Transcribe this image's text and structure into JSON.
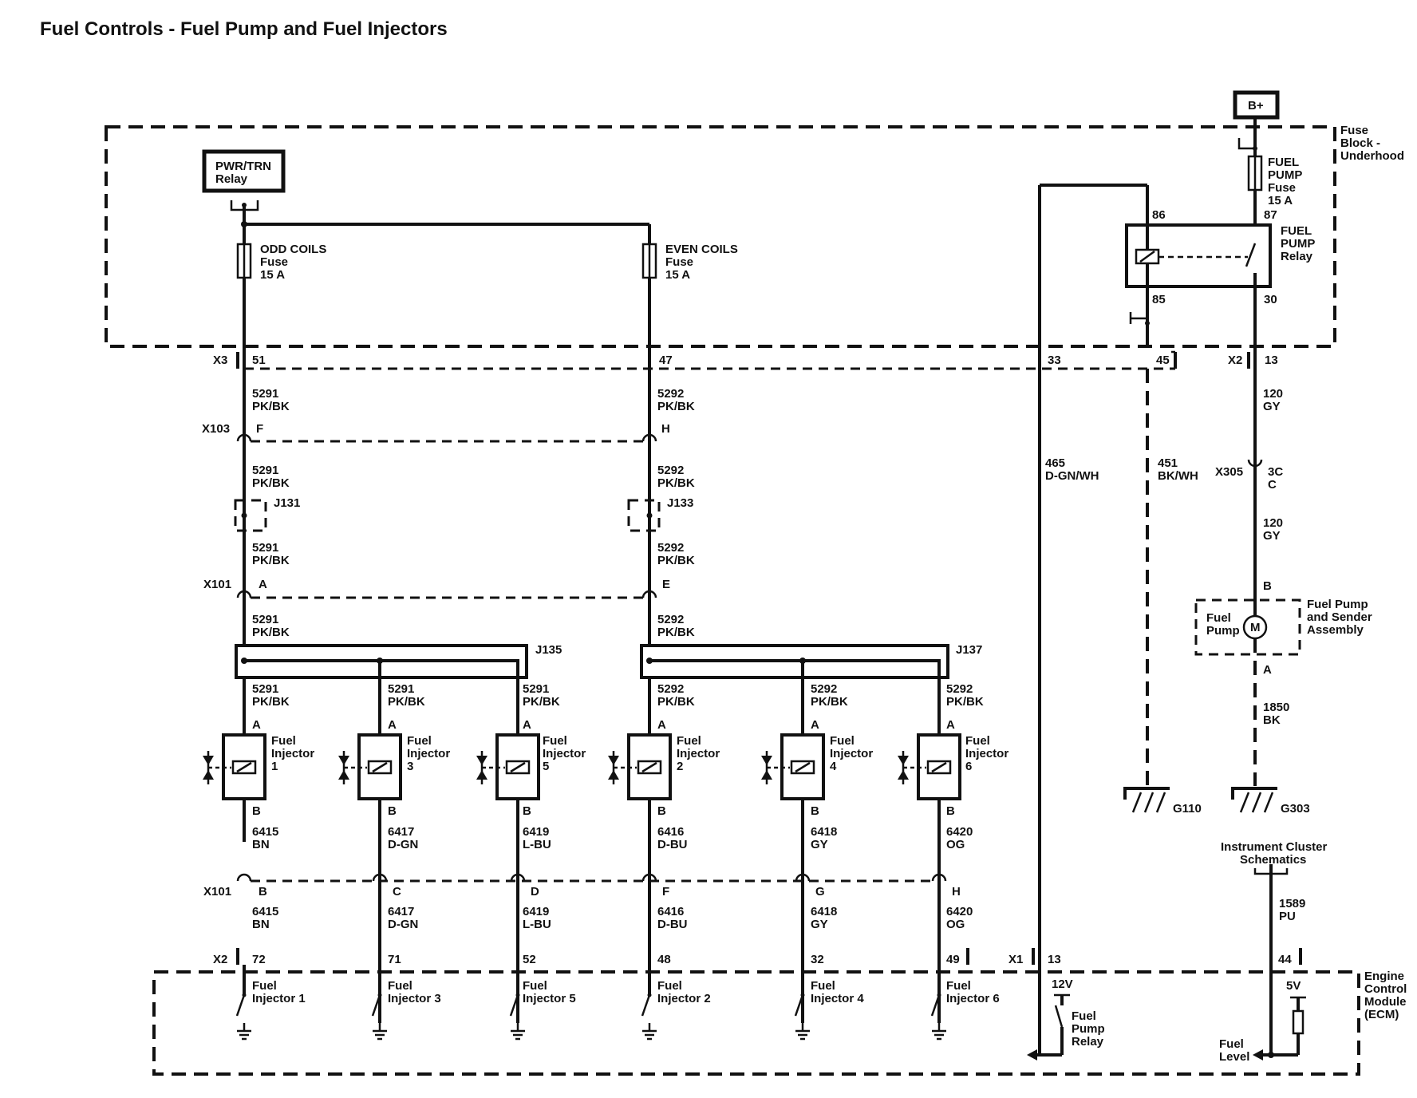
{
  "title": "Fuel Controls - Fuel Pump and Fuel Injectors",
  "power": {
    "b_plus": "B+",
    "pwr_trn_1": "PWR/TRN",
    "pwr_trn_2": "Relay"
  },
  "fuse_block": {
    "l1": "Fuse",
    "l2": "Block -",
    "l3": "Underhood"
  },
  "odd_fuse": {
    "l1": "ODD COILS",
    "l2": "Fuse",
    "l3": "15 A"
  },
  "even_fuse": {
    "l1": "EVEN COILS",
    "l2": "Fuse",
    "l3": "15 A"
  },
  "fuel_pump_fuse": {
    "l1": "FUEL",
    "l2": "PUMP",
    "l3": "Fuse",
    "l4": "15 A"
  },
  "fuel_pump_relay": {
    "l1": "FUEL",
    "l2": "PUMP",
    "l3": "Relay",
    "p86": "86",
    "p87": "87",
    "p85": "85",
    "p30": "30"
  },
  "connectors": {
    "x3": "X3",
    "x3_51": "51",
    "x3_47": "47",
    "x3_33": "33",
    "x3_45": "45",
    "x2_top": "X2",
    "x2_13": "13",
    "x103": "X103",
    "x103_f": "F",
    "x103_h": "H",
    "j131": "J131",
    "j133": "J133",
    "x101_top": "X101",
    "x101_a": "A",
    "x101_e": "E",
    "j135": "J135",
    "j137": "J137",
    "x305": "X305",
    "x305_pin": "3C",
    "x305_c": "C",
    "x101_bot": "X101",
    "x101_b": "B",
    "x101_c": "C",
    "x101_d": "D",
    "x101_f": "F",
    "x101_g": "G",
    "x101_h": "H",
    "x2_bot": "X2",
    "x2_72": "72",
    "x2_71": "71",
    "x2_52": "52",
    "x2_48": "48",
    "x2_32": "32",
    "x2_49": "49",
    "x1": "X1",
    "x1_13": "13",
    "x1_44": "44"
  },
  "wires": {
    "w5291": "5291",
    "pkbk": "PK/BK",
    "w5292": "5292",
    "w465": "465",
    "dgnwh": "D-GN/WH",
    "w451": "451",
    "bkwh": "BK/WH",
    "w120": "120",
    "gy": "GY",
    "w1850": "1850",
    "bk": "BK",
    "w1589": "1589",
    "pu": "PU"
  },
  "injectors": [
    {
      "pin_a": "A",
      "pin_b": "B",
      "name1": "Fuel",
      "name2": "Injector",
      "num": "1",
      "circuit": "6415",
      "color": "BN",
      "ecm1": "Fuel",
      "ecm2": "Injector 1"
    },
    {
      "pin_a": "A",
      "pin_b": "B",
      "name1": "Fuel",
      "name2": "Injector",
      "num": "3",
      "circuit": "6417",
      "color": "D-GN",
      "ecm1": "Fuel",
      "ecm2": "Injector 3"
    },
    {
      "pin_a": "A",
      "pin_b": "B",
      "name1": "Fuel",
      "name2": "Injector",
      "num": "5",
      "circuit": "6419",
      "color": "L-BU",
      "ecm1": "Fuel",
      "ecm2": "Injector 5"
    },
    {
      "pin_a": "A",
      "pin_b": "B",
      "name1": "Fuel",
      "name2": "Injector",
      "num": "2",
      "circuit": "6416",
      "color": "D-BU",
      "ecm1": "Fuel",
      "ecm2": "Injector 2"
    },
    {
      "pin_a": "A",
      "pin_b": "B",
      "name1": "Fuel",
      "name2": "Injector",
      "num": "4",
      "circuit": "6418",
      "color": "GY",
      "ecm1": "Fuel",
      "ecm2": "Injector 4"
    },
    {
      "pin_a": "A",
      "pin_b": "B",
      "name1": "Fuel",
      "name2": "Injector",
      "num": "6",
      "circuit": "6420",
      "color": "OG",
      "ecm1": "Fuel",
      "ecm2": "Injector 6"
    }
  ],
  "pump": {
    "pin_b": "B",
    "pin_a": "A",
    "label1": "Fuel",
    "label2": "Pump",
    "motor": "M",
    "asm1": "Fuel Pump",
    "asm2": "and Sender",
    "asm3": "Assembly"
  },
  "grounds": {
    "g110": "G110",
    "g303": "G303"
  },
  "cluster": {
    "l1": "Instrument Cluster",
    "l2": "Schematics"
  },
  "ecm": {
    "l1": "Engine",
    "l2": "Control",
    "l3": "Module",
    "l4": "(ECM)",
    "v12": "12V",
    "fpr1": "Fuel",
    "fpr2": "Pump",
    "fpr3": "Relay",
    "v5": "5V",
    "fl1": "Fuel",
    "fl2": "Level"
  }
}
